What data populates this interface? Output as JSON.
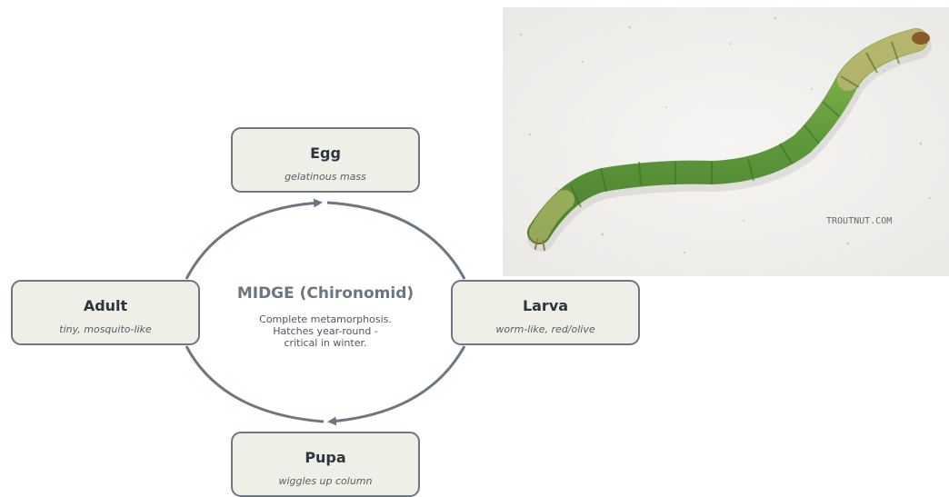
{
  "center": {
    "title": "MIDGE (Chironomid)",
    "description_lines": [
      "Complete metamorphosis.",
      "Hatches year-round -",
      "critical in winter."
    ]
  },
  "stages": [
    {
      "id": "egg",
      "name": "Egg",
      "description": "gelatinous mass"
    },
    {
      "id": "larva",
      "name": "Larva",
      "description": "worm-like, red/olive"
    },
    {
      "id": "pupa",
      "name": "Pupa",
      "description": "wiggles up column"
    },
    {
      "id": "adult",
      "name": "Adult",
      "description": "tiny, mosquito-like"
    }
  ],
  "photo": {
    "watermark": "TROUTNUT.COM"
  },
  "colors": {
    "box_fill": "#f0efe7",
    "box_border": "#6d7780",
    "arrow": "#6d7780",
    "larva_green": "#6a9a3a",
    "photo_bg": "#f1f0ee"
  }
}
